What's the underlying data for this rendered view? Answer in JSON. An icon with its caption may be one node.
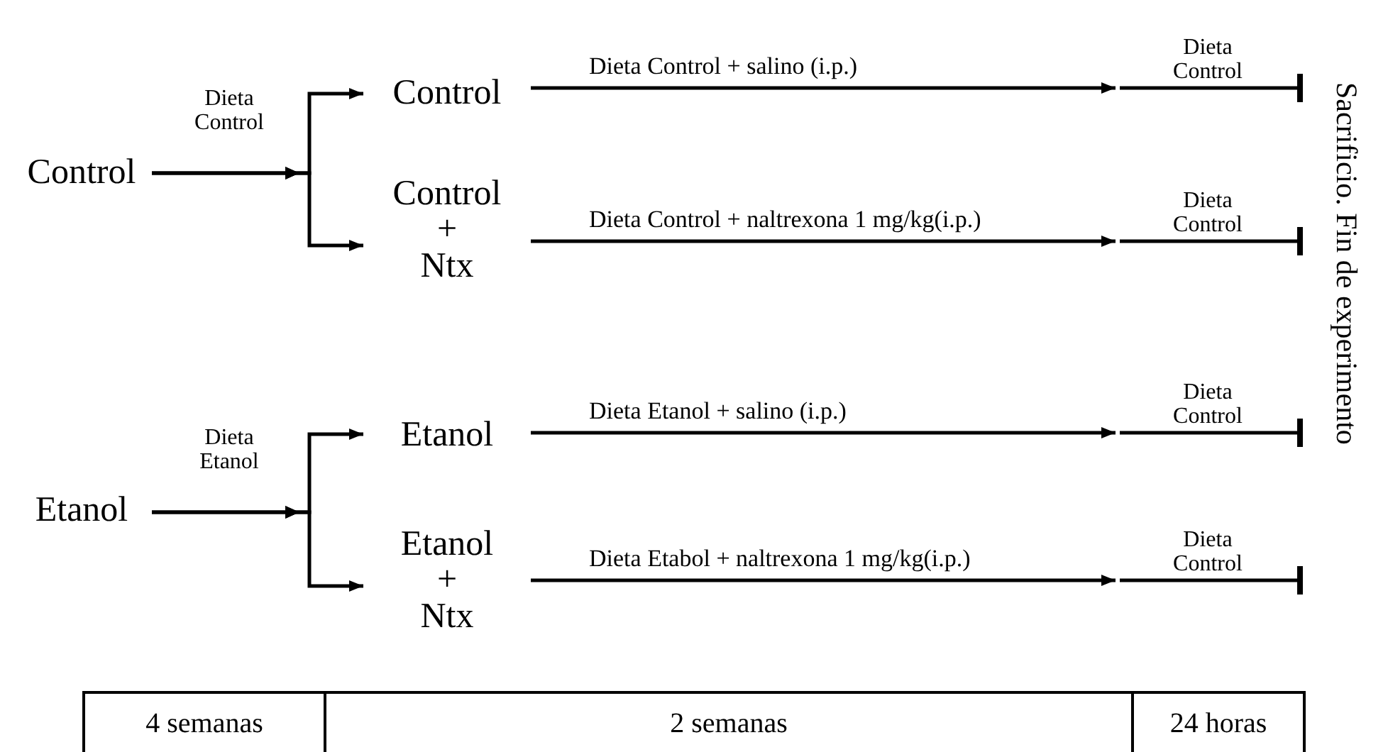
{
  "diagram": {
    "nodes": [
      {
        "text": [
          "Control"
        ]
      },
      {
        "text": [
          "Control"
        ]
      },
      {
        "text": [
          "Control + Ntx"
        ]
      },
      {
        "text": [
          "Etanol"
        ]
      },
      {
        "text": [
          "Etanol"
        ]
      },
      {
        "text": [
          "Etanol + Ntx"
        ]
      }
    ],
    "edges": [
      {
        "from": 0,
        "to": 1,
        "arrow": "to",
        "label": "Dieta Control"
      },
      {
        "from": 0,
        "to": 2,
        "arrow": "to"
      },
      {
        "from": 3,
        "to": 4,
        "arrow": "to",
        "label": "Dieta Etanol"
      },
      {
        "from": 3,
        "to": 5,
        "arrow": "to"
      },
      {
        "from": 1,
        "to": null,
        "arrow": "to",
        "label": "Dieta Control + salino (i.p.)"
      },
      {
        "from": 2,
        "to": null,
        "arrow": "to",
        "label": "Dieta Control + naltrexona 1 mg/kg(i.p.)"
      },
      {
        "from": 4,
        "to": null,
        "arrow": "to",
        "label": "Dieta Etanol + salino (i.p.)"
      },
      {
        "from": 5,
        "to": null,
        "arrow": "to",
        "label": "Dieta Etabol + naltrexona 1 mg/kg(i.p.)"
      }
    ],
    "labels": [
      "Dieta Control",
      "Dieta Control",
      "Sacrificio. Fin de experimento",
      "Dieta Control",
      "Dieta Control",
      "4 semanas",
      "2 semanas",
      "24 horas"
    ]
  }
}
